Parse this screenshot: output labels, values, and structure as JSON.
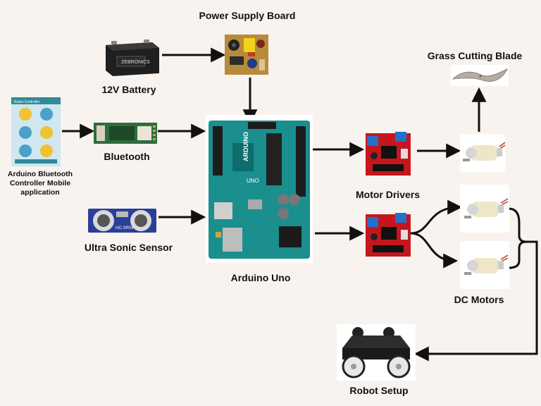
{
  "nodes": {
    "power_supply": {
      "label": "Power Supply Board"
    },
    "battery": {
      "label": "12V Battery",
      "brand": "ZEBRONICS"
    },
    "blade": {
      "label": "Grass Cutting Blade"
    },
    "app": {
      "label": "Arduino Bluetooth Controller Mobile application",
      "header": "Robot Controller"
    },
    "bluetooth": {
      "label": "Bluetooth"
    },
    "arduino": {
      "label": "Arduino Uno",
      "board_text": "ARDUINO",
      "model": "UNO"
    },
    "motor_drivers": {
      "label": "Motor Drivers"
    },
    "ultrasonic": {
      "label": "Ultra Sonic Sensor",
      "module": "HC-SR04"
    },
    "dc_motors": {
      "label": "DC Motors"
    },
    "robot": {
      "label": "Robot Setup"
    }
  },
  "colors": {
    "background": "#f8f3ee",
    "arrow": "#111111",
    "arduino_board": "#1b8e8e",
    "driver_board": "#c4161c",
    "bluetooth_board": "#2e6e3e",
    "sensor_board": "#2a3f9a",
    "psu_board": "#b88b3a",
    "motor_gear": "#efe6c8"
  }
}
